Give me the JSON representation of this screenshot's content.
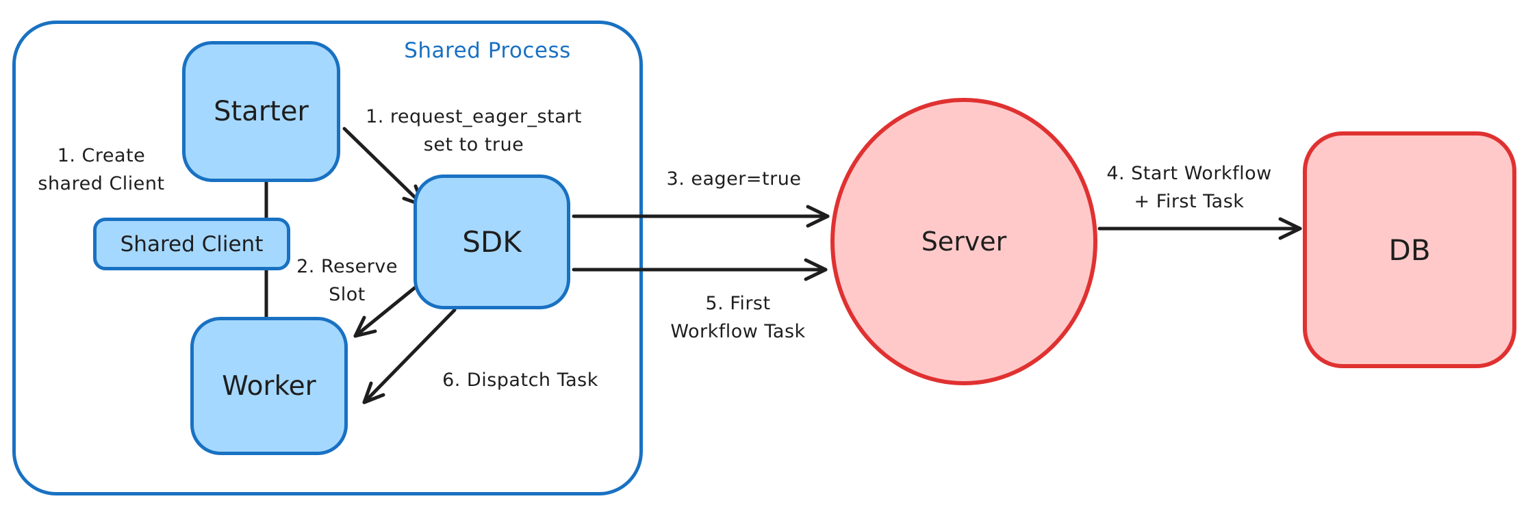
{
  "diagram": {
    "container_label": "Shared Process",
    "nodes": {
      "starter": "Starter",
      "shared_client": "Shared Client",
      "worker": "Worker",
      "sdk": "SDK",
      "server": "Server",
      "db": "DB"
    },
    "annotations": {
      "create_shared_client": "1. Create\nshared Client",
      "request_eager_start": "1. request_eager_start\nset to true",
      "reserve_slot": "2. Reserve\nSlot",
      "eager_true": "3. eager=true",
      "start_workflow": "4. Start Workflow\n+ First Task",
      "first_workflow_task": "5. First\nWorkflow Task",
      "dispatch_task": "6. Dispatch Task"
    },
    "colors": {
      "blue_stroke": "#1971c2",
      "blue_fill": "#a5d8ff",
      "red_stroke": "#e03131",
      "red_fill": "#ffc9c9",
      "ink": "#1e1e1e",
      "background": "#ffffff"
    }
  }
}
